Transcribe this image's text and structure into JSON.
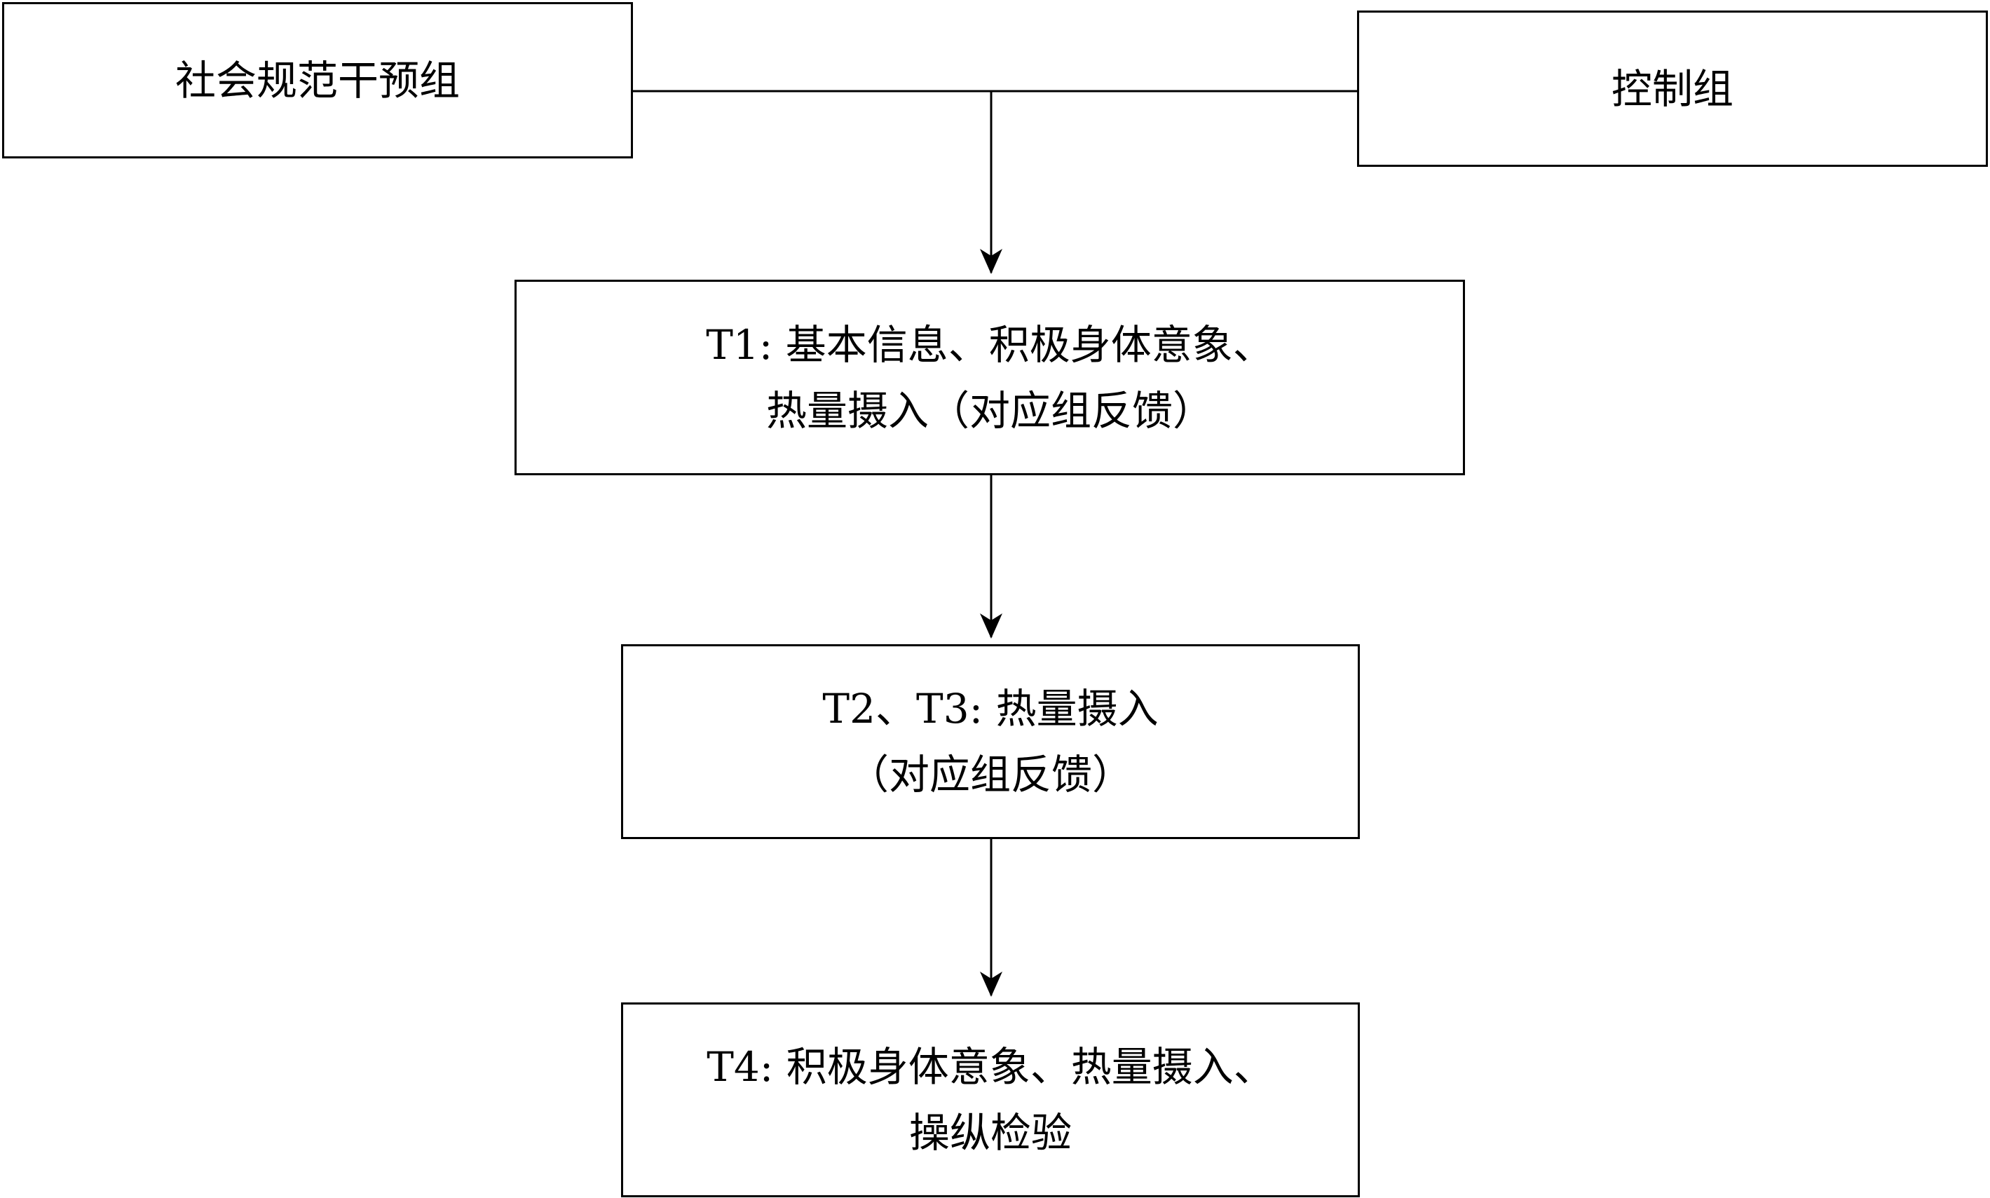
{
  "nodes": {
    "intervention": {
      "line1": "社会规范干预组"
    },
    "control": {
      "line1": "控制组"
    },
    "t1": {
      "line1": "T1: 基本信息、积极身体意象、",
      "line2": "热量摄入（对应组反馈）"
    },
    "t2t3": {
      "line1": "T2、T3: 热量摄入",
      "line2": "（对应组反馈）"
    },
    "t4": {
      "line1": "T4: 积极身体意象、热量摄入、",
      "line2": "操纵检验"
    }
  }
}
